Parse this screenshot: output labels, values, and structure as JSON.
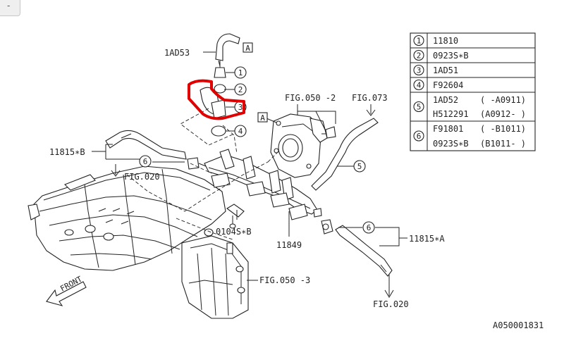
{
  "corner_control": {
    "symbol": "-"
  },
  "callouts": {
    "n1": "1",
    "n2": "2",
    "n3": "3",
    "n4": "4",
    "n5": "5",
    "n6": "6",
    "n6b": "6",
    "n6c": "6"
  },
  "box_refs": {
    "a1": "A",
    "a2": "A"
  },
  "labels": {
    "p_1ad53": "1AD53",
    "p_11815b": "11815∗B",
    "fig020_left": "FIG.020",
    "fig050_2": "FIG.050 -2",
    "fig073": "FIG.073",
    "p_0104s": "0104S∗B",
    "p_11849": "11849",
    "p_11815a": "11815∗A",
    "front": "FRONT",
    "fig050_3": "FIG.050 -3",
    "fig020_bottom": "FIG.020",
    "diagram_id": "A050001831"
  },
  "parts_table": {
    "rows": [
      {
        "num": "1",
        "lines": [
          {
            "part": "11810",
            "note": ""
          }
        ]
      },
      {
        "num": "2",
        "lines": [
          {
            "part": "0923S∗B",
            "note": ""
          }
        ]
      },
      {
        "num": "3",
        "lines": [
          {
            "part": "1AD51",
            "note": ""
          }
        ]
      },
      {
        "num": "4",
        "lines": [
          {
            "part": "F92604",
            "note": ""
          }
        ]
      },
      {
        "num": "5",
        "lines": [
          {
            "part": "1AD52",
            "note": "( -A0911)"
          },
          {
            "part": "H512291",
            "note": "(A0912- )"
          }
        ]
      },
      {
        "num": "6",
        "lines": [
          {
            "part": "F91801",
            "note": "( -B1011)"
          },
          {
            "part": "0923S∗B",
            "note": "(B1011- )"
          }
        ]
      }
    ]
  },
  "highlight": {
    "color": "#e00000",
    "target_callout": "3"
  }
}
